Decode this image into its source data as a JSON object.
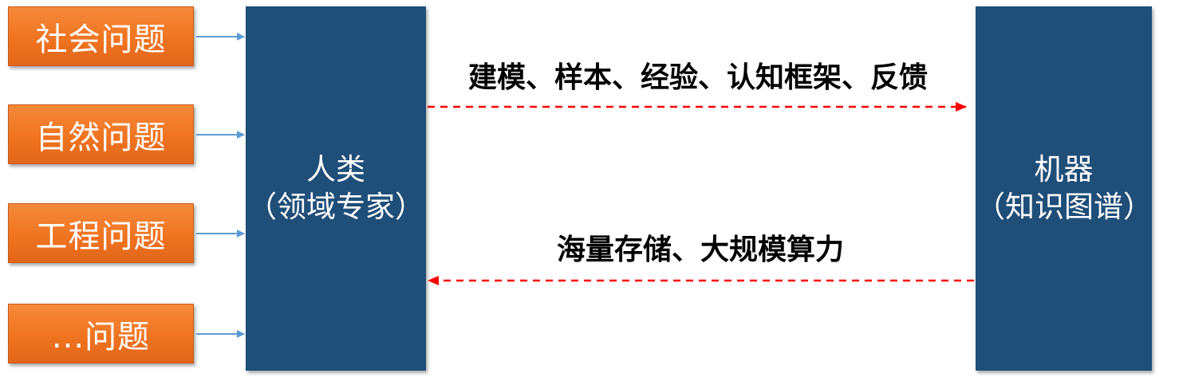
{
  "problems": [
    {
      "label": "社会问题"
    },
    {
      "label": "自然问题"
    },
    {
      "label": "工程问题"
    },
    {
      "label": "...问题"
    }
  ],
  "human": {
    "title": "人类",
    "subtitle": "（领域专家）"
  },
  "machine": {
    "title": "机器",
    "subtitle": "（知识图谱）"
  },
  "flows": {
    "to_machine": "建模、样本、经验、认知框架、反馈",
    "to_human": "海量存储、大规模算力"
  },
  "colors": {
    "problem_box": "#ef7420",
    "block": "#1f4e79",
    "input_arrow": "#5b9bd5",
    "flow_arrow": "#ff0000"
  }
}
